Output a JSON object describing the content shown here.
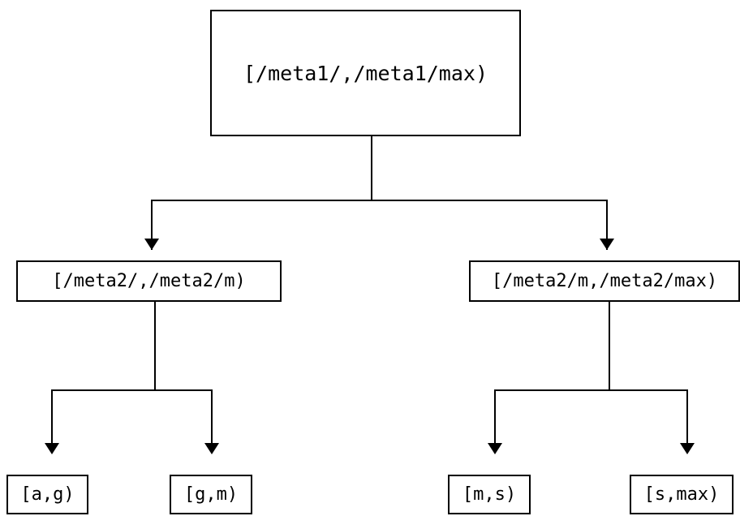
{
  "diagram": {
    "type": "tree",
    "orientation": "top-down",
    "background_color": "#ffffff",
    "line_color": "#000000",
    "text_color": "#000000",
    "title": "",
    "nodes": {
      "root": {
        "label": "[/meta1/,/meta1/max)",
        "level": 0
      },
      "mid_left": {
        "label": "[/meta2/,/meta2/m)",
        "level": 1
      },
      "mid_right": {
        "label": "[/meta2/m,/meta2/max)",
        "level": 1
      },
      "leaf_1": {
        "label": "[a,g)",
        "level": 2
      },
      "leaf_2": {
        "label": "[g,m)",
        "level": 2
      },
      "leaf_3": {
        "label": "[m,s)",
        "level": 2
      },
      "leaf_4": {
        "label": "[s,max)",
        "level": 2
      }
    },
    "edges": [
      {
        "from": "root",
        "to": "mid_left",
        "arrow": "down"
      },
      {
        "from": "root",
        "to": "mid_right",
        "arrow": "down"
      },
      {
        "from": "mid_left",
        "to": "leaf_1",
        "arrow": "down"
      },
      {
        "from": "mid_left",
        "to": "leaf_2",
        "arrow": "down"
      },
      {
        "from": "mid_right",
        "to": "leaf_3",
        "arrow": "down"
      },
      {
        "from": "mid_right",
        "to": "leaf_4",
        "arrow": "down"
      }
    ]
  }
}
